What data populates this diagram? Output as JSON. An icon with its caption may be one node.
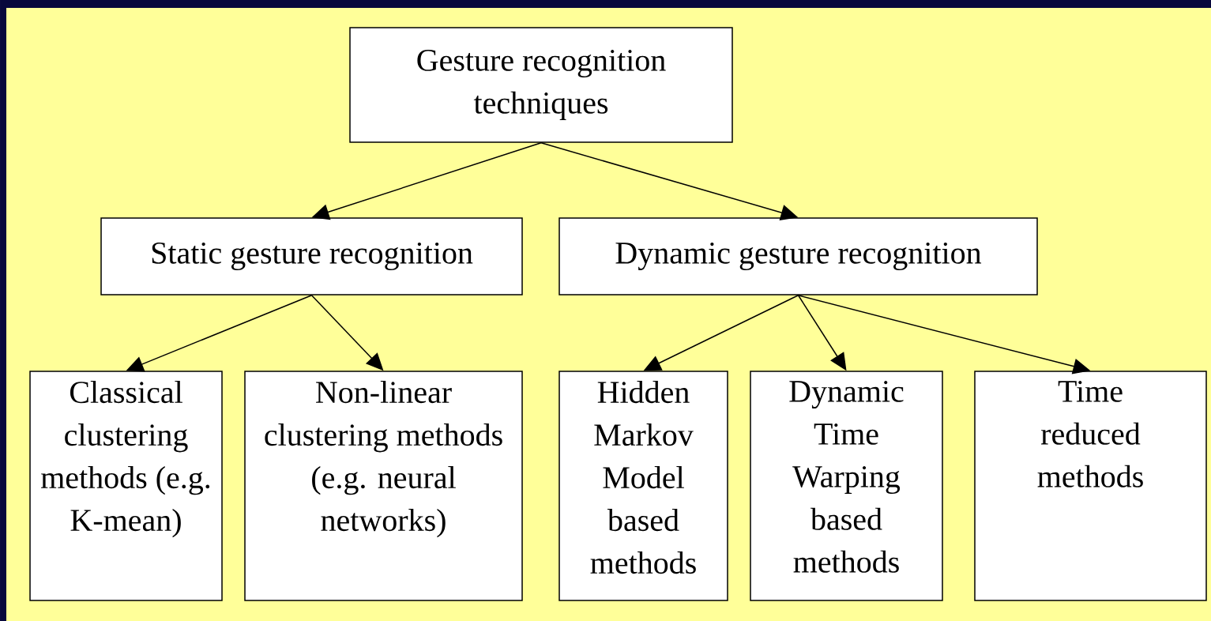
{
  "diagram": {
    "nodes": [
      {
        "text": [
          "Gesture recognition techniques"
        ]
      },
      {
        "text": [
          "Static gesture recognition"
        ]
      },
      {
        "text": [
          "Dynamic gesture recognition"
        ]
      },
      {
        "text": [
          "Classical clustering methods (e.g. K-mean)"
        ]
      },
      {
        "text": [
          "Non-linear clustering methods (e.g. neural networks)"
        ]
      },
      {
        "text": [
          "Hidden Markov Model based methods"
        ]
      },
      {
        "text": [
          "Dynamic Time Warping based methods"
        ]
      },
      {
        "text": [
          "Time reduced methods"
        ]
      }
    ],
    "edges": [
      {
        "from": 0,
        "to": 1,
        "arrow": "to"
      },
      {
        "from": 0,
        "to": 2,
        "arrow": "to"
      },
      {
        "from": 1,
        "to": 3,
        "arrow": "to"
      },
      {
        "from": 1,
        "to": 4,
        "arrow": "to"
      },
      {
        "from": 2,
        "to": 5,
        "arrow": "to"
      },
      {
        "from": 2,
        "to": 6,
        "arrow": "to"
      },
      {
        "from": 2,
        "to": 7,
        "arrow": "to"
      }
    ]
  }
}
